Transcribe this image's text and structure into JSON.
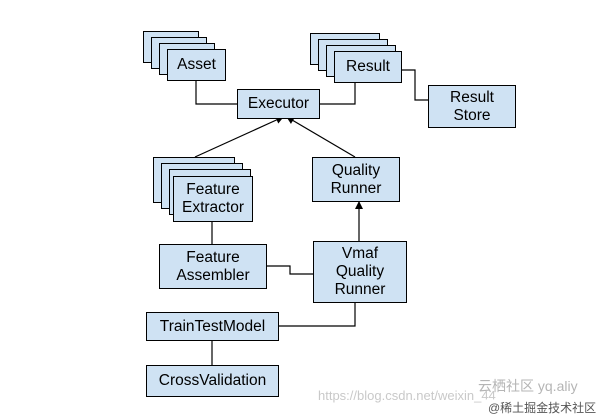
{
  "nodes": {
    "asset": "Asset",
    "result": "Result",
    "executor": "Executor",
    "result_store": "Result\nStore",
    "feature_extractor": "Feature\nExtractor",
    "quality_runner": "Quality\nRunner",
    "feature_assembler": "Feature\nAssembler",
    "vmaf_quality_runner": "Vmaf\nQuality\nRunner",
    "train_test_model": "TrainTestModel",
    "cross_validation": "CrossValidation"
  },
  "watermarks": {
    "url": "https://blog.csdn.net/weixin_44",
    "overlay": "云栖社区 yq.aliy",
    "community": "@稀土掘金技术社区"
  },
  "colors": {
    "box_fill": "#cfe2f3",
    "line": "#000000"
  }
}
